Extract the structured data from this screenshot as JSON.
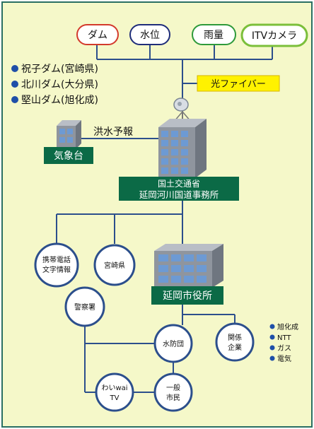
{
  "sources": [
    {
      "label": "ダム",
      "color": "#d33a2c"
    },
    {
      "label": "水位",
      "color": "#1f2d7a"
    },
    {
      "label": "雨量",
      "color": "#2e9a3a"
    },
    {
      "label": "ITVカメラ",
      "color": "#7bbf3a"
    }
  ],
  "dams": {
    "items": [
      "祝子ダム(宮崎県)",
      "北川ダム(大分県)",
      "堅山ダム(旭化成)"
    ],
    "bullet_color": "#1f4fa8"
  },
  "fiber": {
    "label": "光ファイバー",
    "bg": "#fff200",
    "border": "#d6b400"
  },
  "flood": {
    "label": "洪水予報"
  },
  "weather": {
    "label": "気象台"
  },
  "ministry": {
    "line1": "国土交通省",
    "line2": "延岡河川国道事務所"
  },
  "city_hall": {
    "label": "延岡市役所"
  },
  "circles": {
    "mobile_line1": "携帯電話",
    "mobile_line2": "文字情報",
    "miyazaki": "宮崎県",
    "police": "警察署",
    "flood_team": "水防団",
    "related_line1": "関係",
    "related_line2": "企業",
    "tv_line1": "わいwai",
    "tv_line2": "TV",
    "citizens_line1": "一般",
    "citizens_line2": "市民"
  },
  "companies": {
    "items": [
      "旭化成",
      "NTT",
      "ガス",
      "電気"
    ],
    "bullet_color": "#1f4fa8"
  },
  "colors": {
    "background": "#f5f8c9",
    "frame": "#2a6f62",
    "line": "#2c4f8c",
    "label_green": "#0b6a46",
    "building_gray": "#8f959e",
    "window_blue": "#6d9ad3"
  }
}
